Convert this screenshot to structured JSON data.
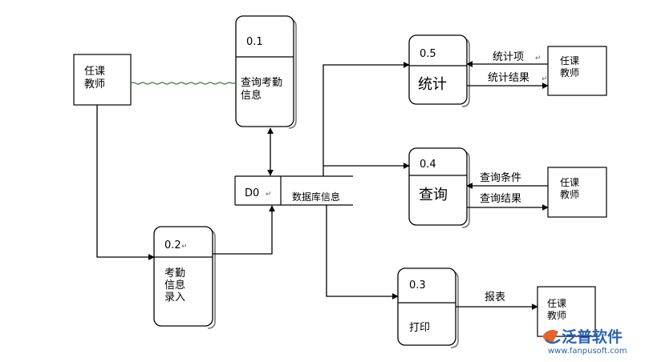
{
  "entities": {
    "teacher_1": "任课\n教师",
    "teacher_2": "任课\n教师",
    "teacher_3": "任课\n教师",
    "teacher_4": "任课\n教师"
  },
  "processes": {
    "p01": {
      "id": "0.1",
      "name": "查询考勤\n信息"
    },
    "p02": {
      "id": "0.2",
      "name": "考勤\n信息\n录入"
    },
    "p03": {
      "id": "0.3",
      "name": "打印"
    },
    "p04": {
      "id": "0.4",
      "name": "查询"
    },
    "p05": {
      "id": "0.5",
      "name": "统计"
    }
  },
  "datastore": {
    "id": "D0",
    "name": "数据库信息"
  },
  "flows": {
    "tj_item": "统计项",
    "tj_result": "统计结果",
    "cx_cond": "查询条件",
    "cx_result": "查询结果",
    "report": "报表"
  },
  "return_mark": "↵",
  "watermark": {
    "text": "泛普软件",
    "url": "www.fanpusoft.com"
  },
  "colors": {
    "line": "#000000",
    "shadow": "#777777",
    "watermark": "#2a62b5",
    "watermark_accent": "#e8632a"
  }
}
